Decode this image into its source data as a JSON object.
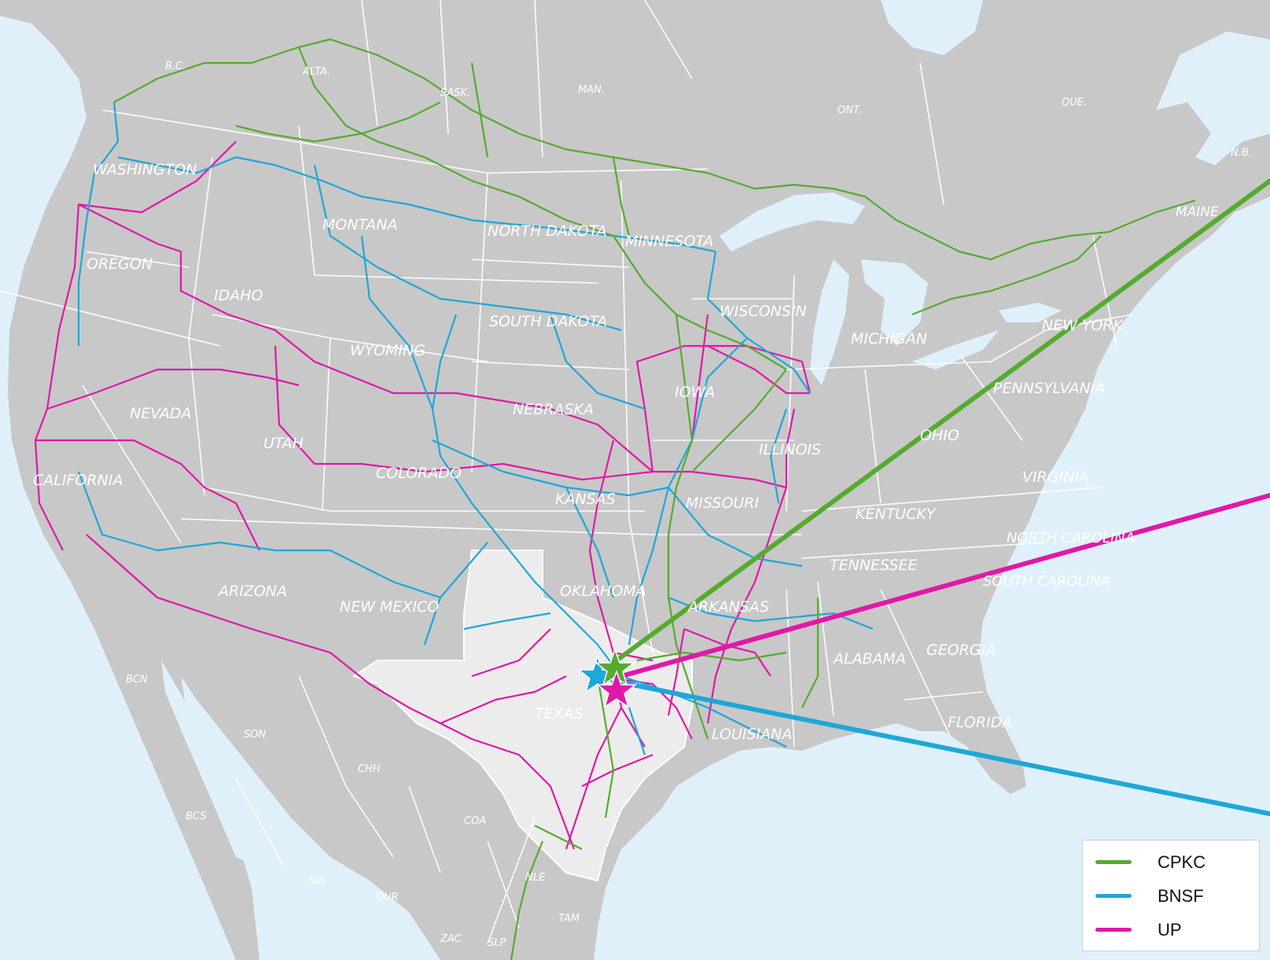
{
  "map": {
    "colors": {
      "water": "#dff0fb",
      "land": "#c8c8c8",
      "texas_highlight": "#ececec",
      "borders": "#ffffff",
      "CPKC": "#55ab2f",
      "BNSF": "#1ea7d8",
      "UP": "#e018a8"
    },
    "region_labels": {
      "bc": "B.C.",
      "alta": "ALTA.",
      "sask": "SASK.",
      "man": "MAN.",
      "ont": "ONT.",
      "que": "QUE.",
      "nb": "N.B.",
      "washington": "WASHINGTON",
      "montana": "MONTANA",
      "north_dakota": "NORTH DAKOTA",
      "minnesota": "MINNESOTA",
      "oregon": "OREGON",
      "idaho": "IDAHO",
      "south_dakota": "SOUTH DAKOTA",
      "wisconsin": "WISCONSIN",
      "michigan": "MICHIGAN",
      "wyoming": "WYOMING",
      "nevada": "NEVADA",
      "nebraska": "NEBRASKA",
      "iowa": "IOWA",
      "utah": "UTAH",
      "california": "CALIFORNIA",
      "colorado": "COLORADO",
      "kansas": "KANSAS",
      "missouri": "MISSOURI",
      "illinois": "ILLINOIS",
      "ohio": "OHIO",
      "kentucky": "KENTUCKY",
      "tennessee": "TENNESSEE",
      "virginia": "VIRGINIA",
      "pennsylvania": "PENNSYLVANIA",
      "new_york": "NEW YORK",
      "maine": "MAINE",
      "arizona": "ARIZONA",
      "new_mexico": "NEW MEXICO",
      "oklahoma": "OKLAHOMA",
      "arkansas": "ARKANSAS",
      "north_carolina": "NORTH CAROLINA",
      "south_carolina": "SOUTH CAROLINA",
      "georgia": "GEORGIA",
      "alabama": "ALABAMA",
      "florida": "FLORIDA",
      "louisiana": "LOUISIANA",
      "texas": "TEXAS",
      "bcn": "BCN",
      "son": "SON",
      "chh": "CHH",
      "coa": "COA",
      "bcs": "BCS",
      "sin": "SIN",
      "dur": "DUR",
      "nle": "NLE",
      "tam": "TAM",
      "zac": "ZAC",
      "slp": "SLP"
    },
    "markers": [
      {
        "railroad": "CPKC",
        "icon": "star-icon"
      },
      {
        "railroad": "BNSF",
        "icon": "star-icon"
      },
      {
        "railroad": "UP",
        "icon": "star-icon"
      }
    ]
  },
  "legend": {
    "items": [
      {
        "label": "CPKC",
        "color": "#55ab2f"
      },
      {
        "label": "BNSF",
        "color": "#1ea7d8"
      },
      {
        "label": "UP",
        "color": "#e018a8"
      }
    ]
  }
}
